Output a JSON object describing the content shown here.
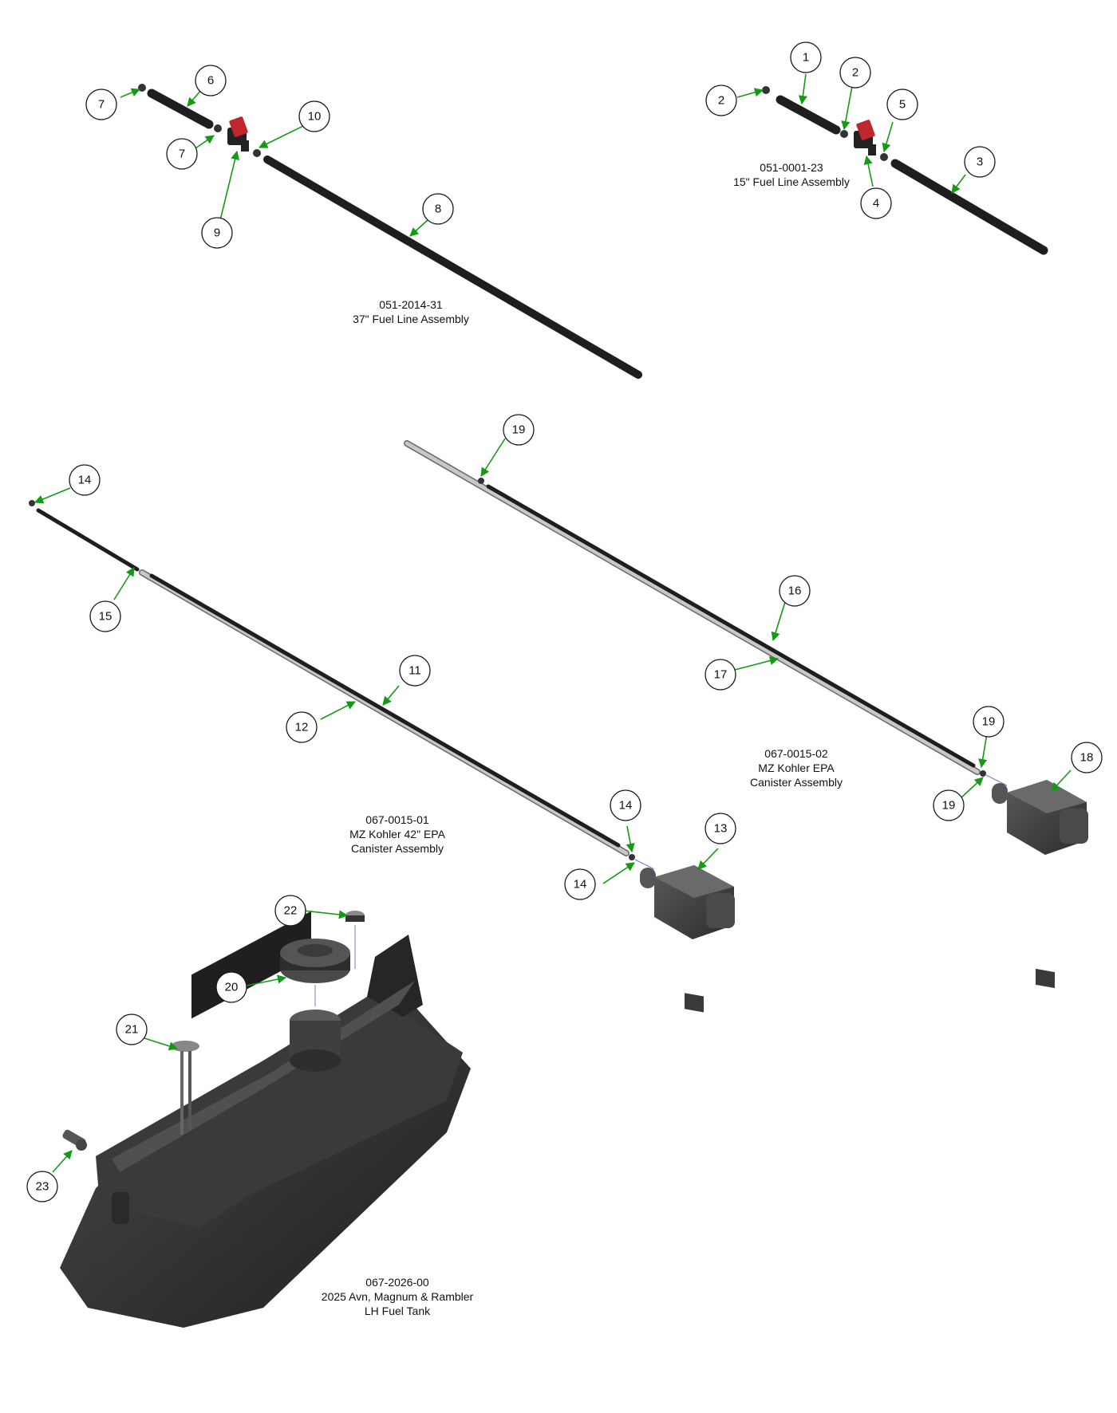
{
  "colors": {
    "leader_arrow": "#159a15",
    "tube_dark": "#1e1e1e",
    "tube_light": "#c8c8c8",
    "valve_red": "#c0272d",
    "tank": "#2b2b2b",
    "canister": "#3a3a3a"
  },
  "assemblies": [
    {
      "id": "asm-37in",
      "part_number": "051-2014-31",
      "line2": "37\" Fuel Line Assembly",
      "line3": ""
    },
    {
      "id": "asm-15in",
      "part_number": "051-0001-23",
      "line2": "15\" Fuel Line Assembly",
      "line3": ""
    },
    {
      "id": "asm-canister-02",
      "part_number": "067-0015-02",
      "line2": "MZ Kohler EPA",
      "line3": "Canister Assembly"
    },
    {
      "id": "asm-canister-01",
      "part_number": "067-0015-01",
      "line2": "MZ Kohler 42\" EPA",
      "line3": "Canister Assembly"
    },
    {
      "id": "asm-tank",
      "part_number": "067-2026-00",
      "line2": "2025 Avn, Magnum & Rambler",
      "line3": "LH Fuel Tank"
    }
  ],
  "callouts": [
    "1",
    "2",
    "2",
    "3",
    "4",
    "5",
    "6",
    "7",
    "7",
    "8",
    "9",
    "10",
    "11",
    "12",
    "13",
    "14",
    "14",
    "14",
    "15",
    "16",
    "17",
    "18",
    "19",
    "19",
    "19",
    "20",
    "21",
    "22",
    "23"
  ]
}
